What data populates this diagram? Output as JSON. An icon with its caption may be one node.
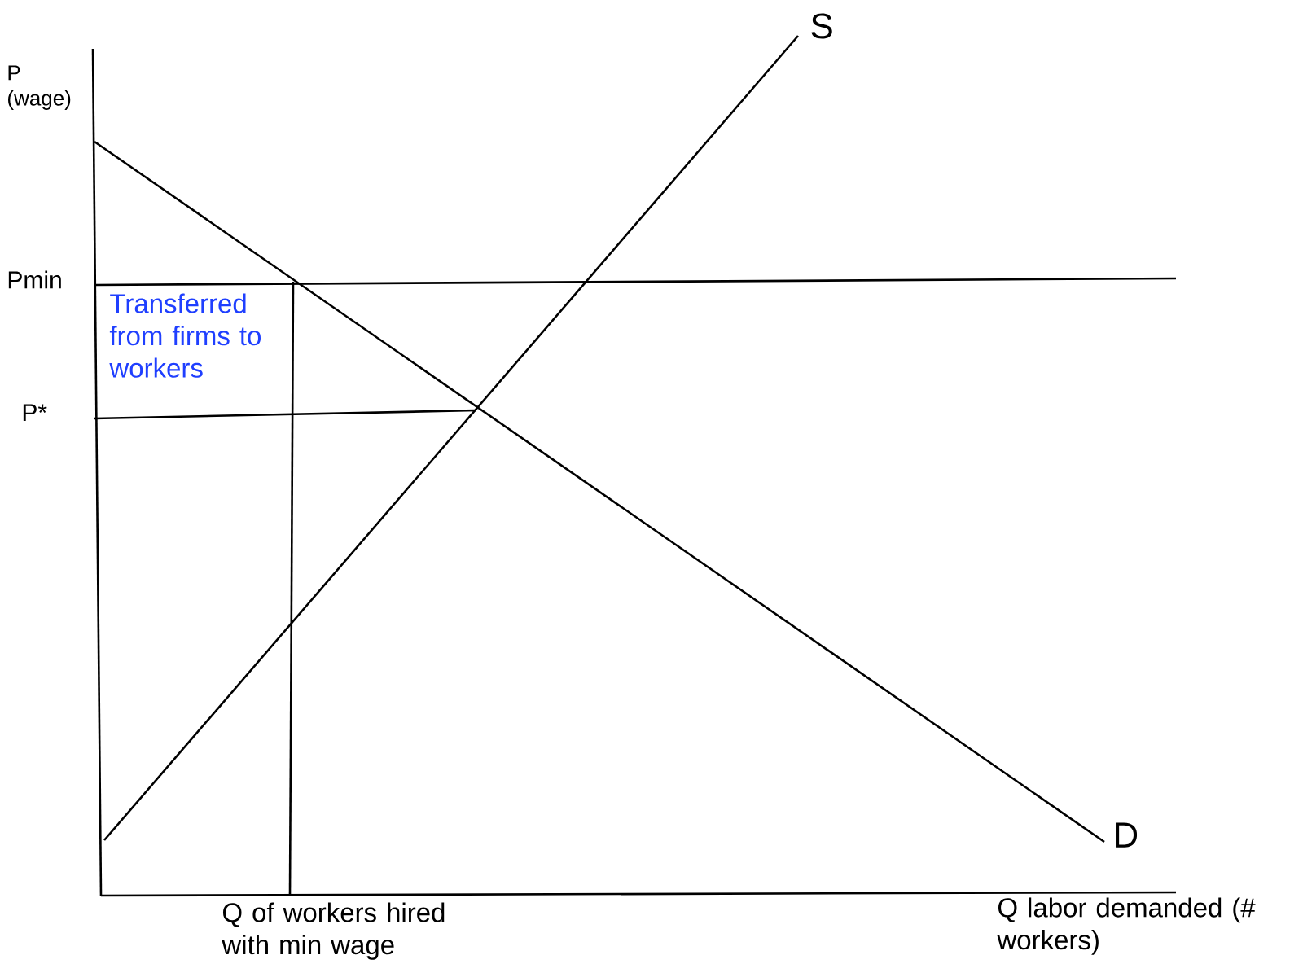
{
  "diagram": {
    "labels": [
      "P (wage)",
      "S",
      "Pmin",
      "Transferred from firms to workers",
      "P*",
      "D",
      "Q of workers hired with min wage",
      "Q labor demanded (# workers)"
    ]
  }
}
